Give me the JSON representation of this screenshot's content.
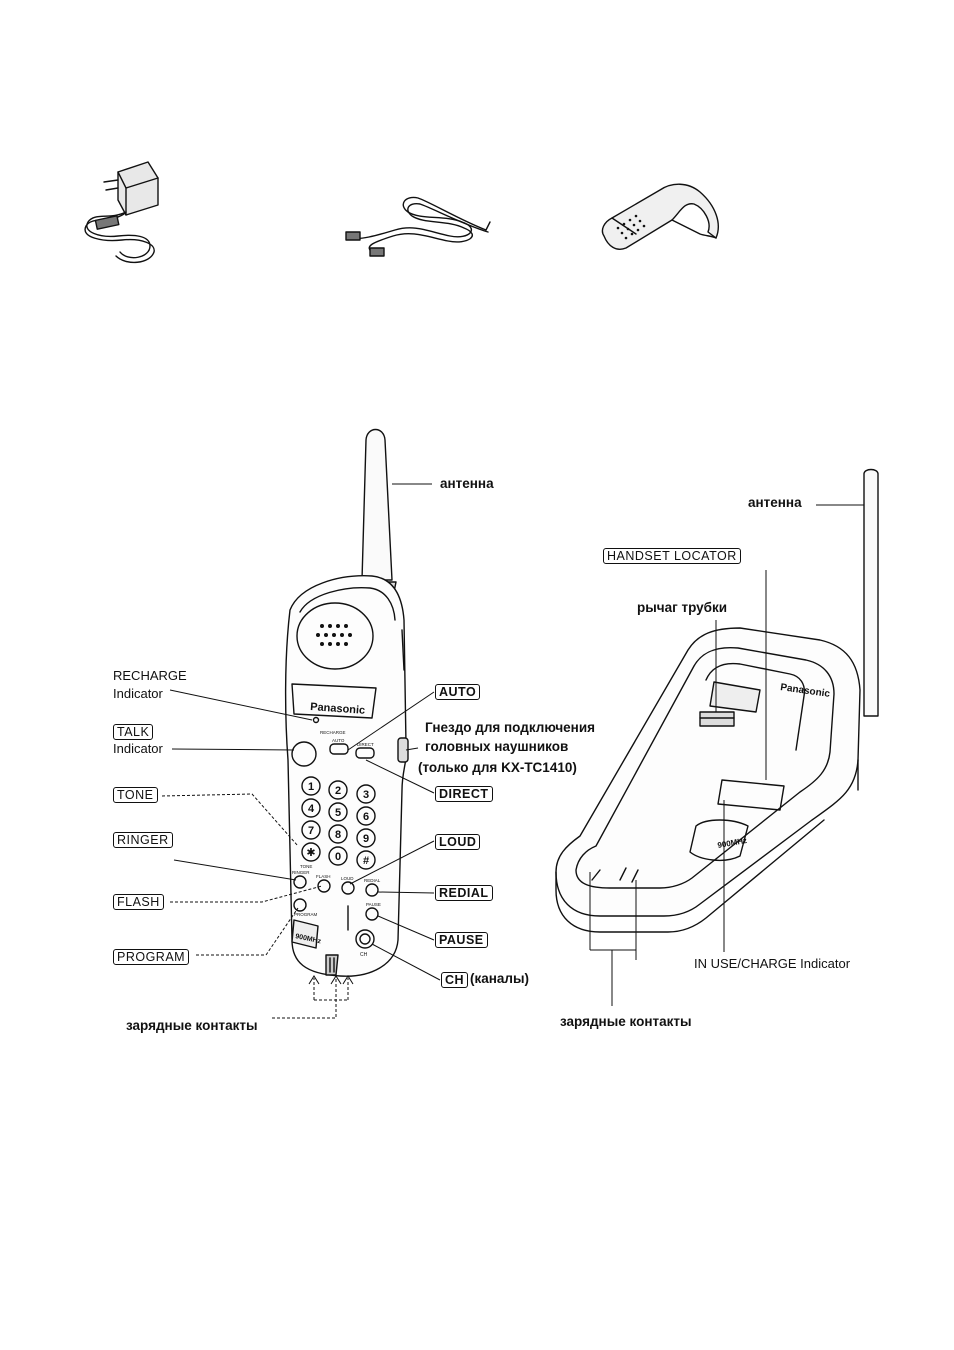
{
  "handset": {
    "antenna": "антенна",
    "recharge_line1": "RECHARGE",
    "recharge_line2": "Indicator",
    "talk_key": "TALK",
    "talk_line2": "Indicator",
    "tone_key": "TONE",
    "ringer_key": "RINGER",
    "flash_key": "FLASH",
    "program_key": "PROGRAM",
    "auto_key": "AUTO",
    "headset_line1": "Гнездо для подключения",
    "headset_line2": "головных наушников",
    "headset_line3": "(только для KX-TC1410)",
    "direct_key": "DIRECT",
    "loud_key": "LOUD",
    "redial_key": "REDIAL",
    "pause_key": "PAUSE",
    "ch_key": "CH",
    "ch_note": "(каналы)",
    "charge_contacts": "зарядные контакты",
    "brand": "Panasonic",
    "face_recharge": "RECHARGE",
    "face_auto": "AUTO",
    "face_direct": "DIRECT",
    "face_ringer": "RINGER",
    "face_flash": "FLASH",
    "face_loud": "LOUD",
    "face_redial": "REDIAL",
    "face_pause": "PAUSE",
    "face_program": "PROGRAM",
    "face_tone": "TONE",
    "face_900": "900MHz",
    "face_ch": "CH",
    "keypad": [
      "1",
      "2",
      "3",
      "4",
      "5",
      "6",
      "7",
      "8",
      "9",
      "✱",
      "0",
      "#"
    ]
  },
  "base": {
    "antenna": "антенна",
    "locator_key": "HANDSET LOCATOR",
    "hook": "рычаг трубки",
    "in_use": "IN USE/CHARGE Indicator",
    "charge_contacts": "зарядные контакты",
    "brand": "Panasonic",
    "face_900": "900MHz"
  }
}
